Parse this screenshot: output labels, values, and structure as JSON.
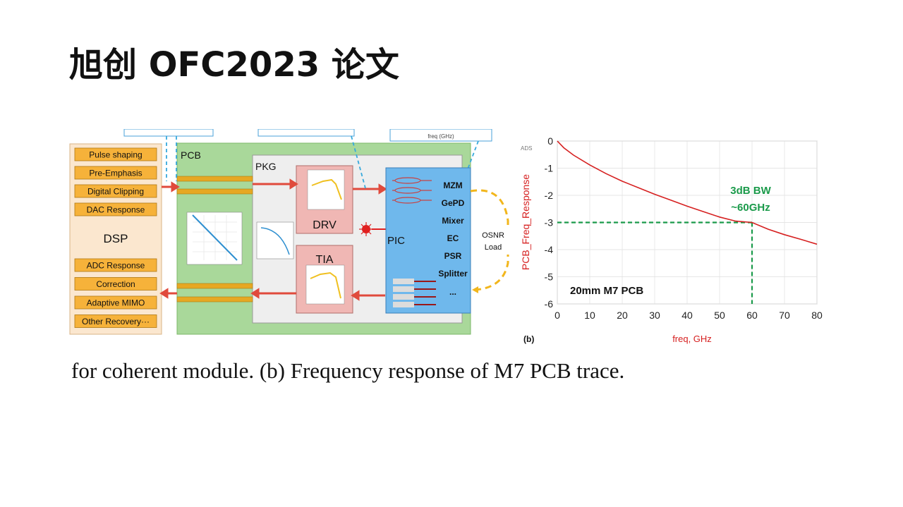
{
  "slide": {
    "title": "旭创 OFC2023 论文",
    "caption": "for coherent module. (b) Frequency response of M7 PCB trace."
  },
  "diagram": {
    "top_axis_label": "freq (GHz)",
    "dsp_blocks": [
      "Pulse shaping",
      "Pre-Emphasis",
      "Digital Clipping",
      "DAC Response"
    ],
    "dsp_label": "DSP",
    "dsp_blocks_lower": [
      "ADC Response",
      "Correction",
      "Adaptive MIMO",
      "Other Recovery···"
    ],
    "pcb_label": "PCB",
    "pkg_label": "PKG",
    "drv_label": "DRV",
    "tia_label": "TIA",
    "pic_label": "PIC",
    "pic_components": [
      "MZM",
      "GePD",
      "Mixer",
      "EC",
      "PSR",
      "Splitter",
      "..."
    ],
    "osnr_label": [
      "OSNR",
      "Load"
    ]
  },
  "chart_data": {
    "type": "line",
    "panel_label": "(b)",
    "corner_label": "ADS",
    "xlabel": "freq, GHz",
    "ylabel": "PCB_Freq_Response",
    "xlim": [
      0,
      80
    ],
    "ylim": [
      -6,
      0
    ],
    "xticks": [
      0,
      10,
      20,
      30,
      40,
      50,
      60,
      70,
      80
    ],
    "yticks": [
      0,
      -1,
      -2,
      -3,
      -4,
      -5,
      -6
    ],
    "series": [
      {
        "values_x": [
          0,
          2,
          5,
          10,
          15,
          20,
          25,
          30,
          35,
          40,
          45,
          50,
          55,
          60,
          65,
          70,
          75,
          80
        ],
        "values_y": [
          0,
          -0.25,
          -0.52,
          -0.88,
          -1.2,
          -1.48,
          -1.72,
          -1.96,
          -2.18,
          -2.4,
          -2.6,
          -2.8,
          -2.95,
          -3.0,
          -3.25,
          -3.45,
          -3.62,
          -3.8
        ]
      }
    ],
    "annotation_text": [
      "3dB BW",
      "~60GHz"
    ],
    "annotation_point": {
      "x": 60,
      "y": -3
    },
    "inner_label": "20mm M7 PCB",
    "colors": {
      "line": "#d62020",
      "annotation": "#1a9a4a",
      "axis_label": "#d62020"
    }
  }
}
